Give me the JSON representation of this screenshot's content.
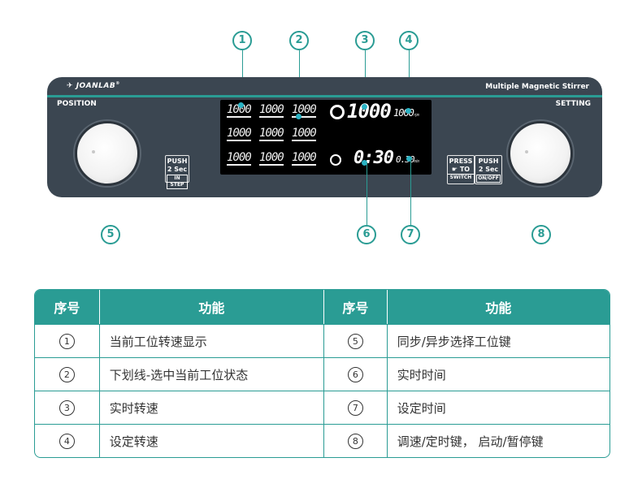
{
  "callouts": [
    "1",
    "2",
    "3",
    "4",
    "5",
    "6",
    "7",
    "8"
  ],
  "panel": {
    "brand": "JOANLAB",
    "model": "Multiple Magnetic Stirrer",
    "left_label": "POSITION",
    "right_label": "SETTING",
    "left_button": {
      "line1": "PUSH",
      "line2": "2 Sec",
      "sub": "IN STEP"
    },
    "press_button": {
      "line1": "PRESS",
      "line2": "TO",
      "sub": "SWITCH"
    },
    "push_button": {
      "line1": "PUSH",
      "line2": "2 Sec",
      "sub": "ON/OFF"
    }
  },
  "display": {
    "row1": [
      "1000",
      "1000",
      "1000"
    ],
    "row2": [
      "1000",
      "1000",
      "1000"
    ],
    "row3": [
      "1000",
      "1000",
      "1000"
    ],
    "actual_speed": "1000",
    "set_speed": "1000",
    "speed_unit": "rpm",
    "actual_time": "0:30",
    "set_time": "0.30",
    "time_unit": "min"
  },
  "table": {
    "headers": [
      "序号",
      "功能",
      "序号",
      "功能"
    ],
    "rows": [
      {
        "n1": "1",
        "f1": "当前工位转速显示",
        "n2": "5",
        "f2": "同步/异步选择工位键"
      },
      {
        "n1": "2",
        "f1": "下划线-选中当前工位状态",
        "n2": "6",
        "f2": "实时时间"
      },
      {
        "n1": "3",
        "f1": "实时转速",
        "n2": "7",
        "f2": "设定时间"
      },
      {
        "n1": "4",
        "f1": "设定转速",
        "n2": "8",
        "f2": "调速/定时键， 启动/暂停键"
      }
    ]
  },
  "colors": {
    "accent": "#2a9c94",
    "panel": "#3b4651",
    "marker": "#2ab3c4"
  }
}
